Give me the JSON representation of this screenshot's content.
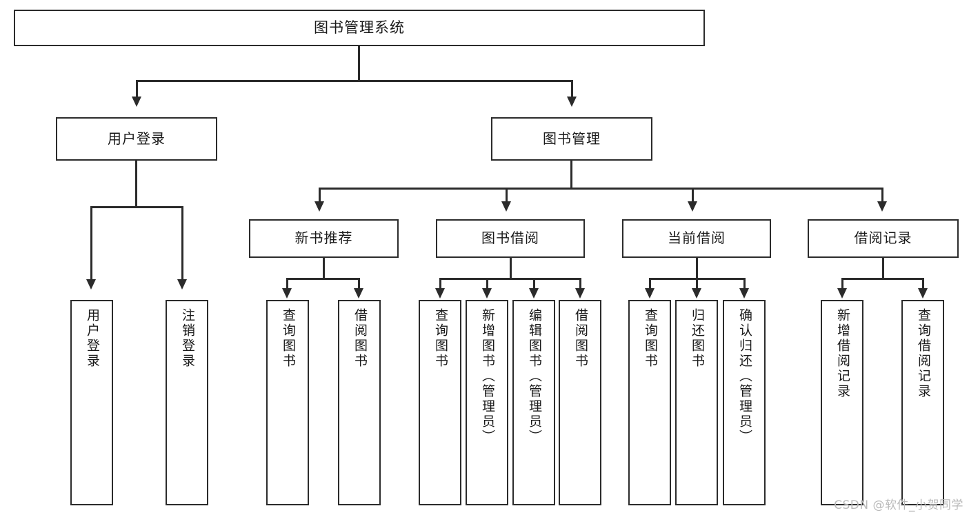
{
  "diagram": {
    "type": "tree-hierarchy-chart",
    "title": "图书管理系统",
    "colors": {
      "box_border": "#2b2b2b",
      "box_fill": "#ffffff",
      "connector": "#2b2b2b",
      "text": "#1a1a1a",
      "watermark": "#b9b9b9",
      "background": "#ffffff"
    },
    "levels": {
      "level1": "系统",
      "level2": "模块",
      "level3": "子模块",
      "level4": "功能"
    }
  },
  "nodes": {
    "root": {
      "label": "图书管理系统",
      "orientation": "horizontal"
    },
    "level2": [
      {
        "id": "user-login",
        "label": "用户登录",
        "orientation": "horizontal"
      },
      {
        "id": "book-manage",
        "label": "图书管理",
        "orientation": "horizontal"
      }
    ],
    "level3": [
      {
        "id": "new-book-rec",
        "label": "新书推荐",
        "orientation": "horizontal"
      },
      {
        "id": "book-borrow",
        "label": "图书借阅",
        "orientation": "horizontal"
      },
      {
        "id": "current-borrow",
        "label": "当前借阅",
        "orientation": "horizontal"
      },
      {
        "id": "borrow-record",
        "label": "借阅记录",
        "orientation": "horizontal"
      }
    ],
    "leaves": {
      "user-login": [
        {
          "id": "leaf-user-login",
          "label": "用户登录",
          "orientation": "vertical"
        },
        {
          "id": "leaf-user-logout",
          "label": "注销登录",
          "orientation": "vertical"
        }
      ],
      "new-book-rec": [
        {
          "id": "leaf-query-book-1",
          "label": "查询图书",
          "orientation": "vertical"
        },
        {
          "id": "leaf-borrow-book-1",
          "label": "借阅图书",
          "orientation": "vertical"
        }
      ],
      "book-borrow": [
        {
          "id": "leaf-query-book-2",
          "label": "查询图书",
          "orientation": "vertical"
        },
        {
          "id": "leaf-add-book",
          "label": "新增图书（管理员）",
          "orientation": "vertical"
        },
        {
          "id": "leaf-edit-book",
          "label": "编辑图书（管理员）",
          "orientation": "vertical"
        },
        {
          "id": "leaf-borrow-book-2",
          "label": "借阅图书",
          "orientation": "vertical"
        }
      ],
      "current-borrow": [
        {
          "id": "leaf-query-book-3",
          "label": "查询图书",
          "orientation": "vertical"
        },
        {
          "id": "leaf-return-book",
          "label": "归还图书",
          "orientation": "vertical"
        },
        {
          "id": "leaf-confirm-return",
          "label": "确认归还（管理员）",
          "orientation": "vertical"
        }
      ],
      "borrow-record": [
        {
          "id": "leaf-add-record",
          "label": "新增借阅记录",
          "orientation": "vertical"
        },
        {
          "id": "leaf-query-record",
          "label": "查询借阅记录",
          "orientation": "vertical"
        }
      ]
    }
  },
  "watermark": {
    "text": "CSDN @软件_小贺同学"
  }
}
